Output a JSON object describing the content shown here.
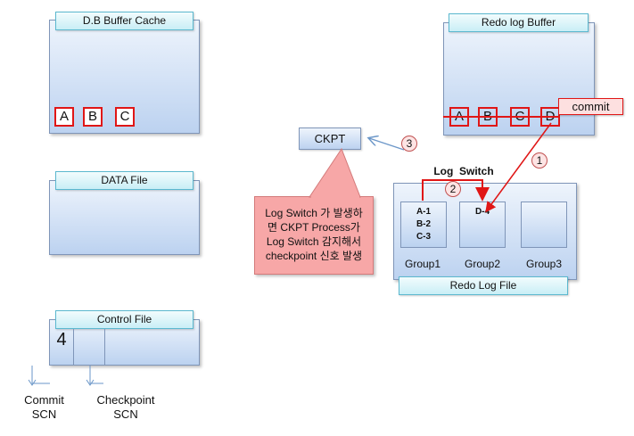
{
  "db_buffer_cache": {
    "title": "D.B Buffer Cache",
    "blocks": [
      "A",
      "B",
      "C"
    ]
  },
  "data_file": {
    "title": "DATA File"
  },
  "control_file": {
    "title": "Control File",
    "value": "4",
    "commit_label": "Commit\nSCN",
    "checkpoint_label": "Checkpoint\nSCN"
  },
  "redo_log_buffer": {
    "title": "Redo log Buffer",
    "entries": [
      "A",
      "B",
      "C",
      "D"
    ],
    "commit_tag": "commit"
  },
  "ckpt": {
    "label": "CKPT"
  },
  "callout": {
    "text": "Log Switch 가 발생하\n면 CKPT Process가\nLog Switch 감지해서\ncheckpoint 신호 발생"
  },
  "redo_log_file": {
    "title": "Redo Log File",
    "log_switch_label": "Log  Switch",
    "groups": [
      {
        "name": "Group1",
        "content": "A-1\nB-2\nC-3"
      },
      {
        "name": "Group2",
        "content": "D-4"
      },
      {
        "name": "Group3",
        "content": ""
      }
    ]
  },
  "steps": [
    "1",
    "2",
    "3"
  ],
  "colors": {
    "red": "#e01616",
    "panel_top": "#eef4fc",
    "panel_bottom": "#bcd2f0",
    "callout": "#f7a7a7"
  }
}
